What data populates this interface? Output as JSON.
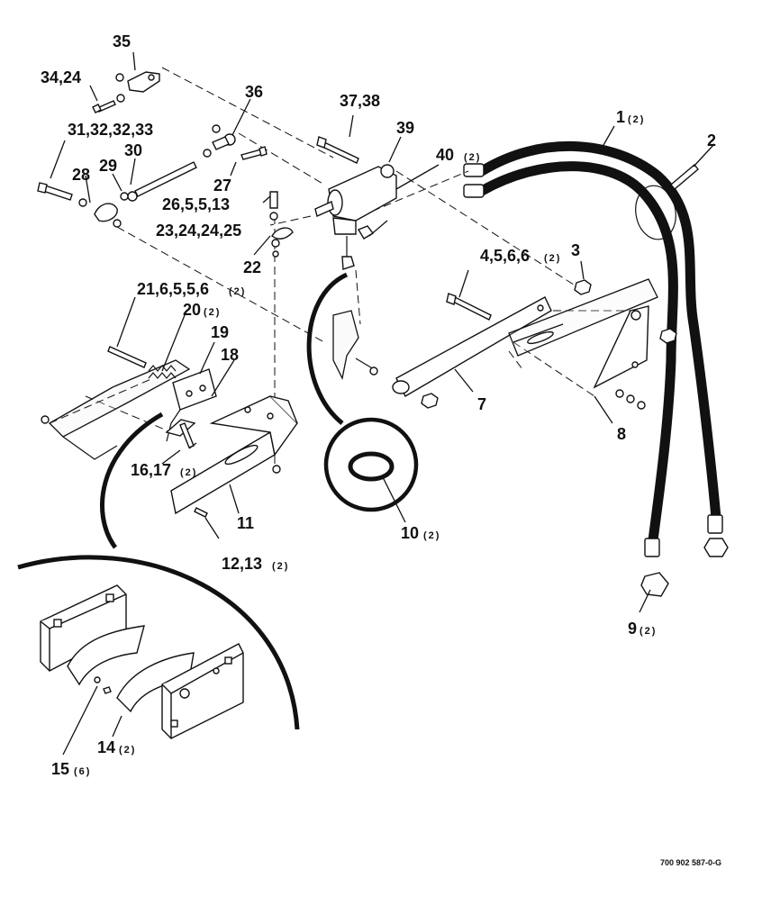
{
  "figure_ref": "700 902 587-0-G",
  "callouts": {
    "c35": "35",
    "c34": "34,24",
    "c36": "36",
    "c37": "37,38",
    "c39": "39",
    "c1": "1",
    "c1s": "(2)",
    "c2": "2",
    "c31": "31,32,32,33",
    "c30": "30",
    "c29": "29",
    "c28": "28",
    "c27": "27",
    "c40": "40",
    "c40s": "(2)",
    "c26": "26,5,5,13",
    "c23": "23,24,24,25",
    "c22": "22",
    "c4": "4,5,6,6",
    "c4s": "(2)",
    "c3": "3",
    "c21": "21,6,5,5,6",
    "c21s": "(2)",
    "c20": "20",
    "c20s": "(2)",
    "c19": "19",
    "c18": "18",
    "c7": "7",
    "c8": "8",
    "c16": "16,17",
    "c16s": "(2)",
    "c10": "10",
    "c10s": "(2)",
    "c11": "11",
    "c12": "12,13",
    "c12s": "(2)",
    "c9": "9",
    "c9s": "(2)",
    "c14": "14",
    "c14s": "(2)",
    "c15": "15",
    "c15s": "(6)"
  }
}
